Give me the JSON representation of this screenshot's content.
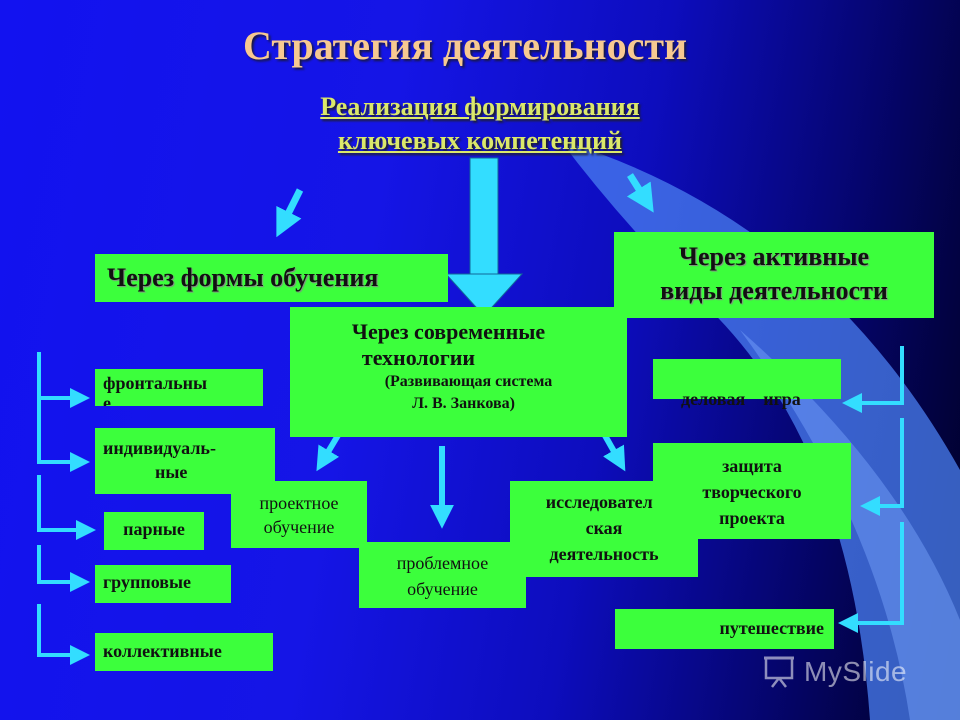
{
  "title": "Стратегия деятельности",
  "subtitle_line1": "Реализация формирования",
  "subtitle_line2": "ключевых компетенций",
  "forms_heading": "Через формы обучения",
  "active_heading_line1": "Через активные",
  "active_heading_line2": "виды деятельности",
  "tech_line1": "Через современные",
  "tech_line2": "технологии",
  "tech_line3": "(Развивающая система",
  "tech_line4": "Л. В. Занкова)",
  "forms_items": {
    "frontal_line1": "фронтальны",
    "frontal_line2": "е",
    "individual_line1": "индивидуаль-",
    "individual_line2": "ные",
    "pairs": "парные",
    "groups": "групповые",
    "collective": "коллективные"
  },
  "tech_items": {
    "project_line1": "проектное",
    "project_line2": "обучение",
    "problem_line1": "проблемное",
    "problem_line2": "обучение",
    "research_line1": "исследователь",
    "research_line2": "ская",
    "research_line3": "деятельность"
  },
  "active_items": {
    "business_game": "деловая    игра",
    "defense_line1": "защита",
    "defense_line2": "творческого",
    "defense_line3": "проекта",
    "journey": "путешествие"
  },
  "watermark": "MySlide",
  "colors": {
    "box_fill": "#3cff3c",
    "arrow": "#33ddff",
    "title": "#f7c991",
    "subtitle": "#dbe86a"
  }
}
